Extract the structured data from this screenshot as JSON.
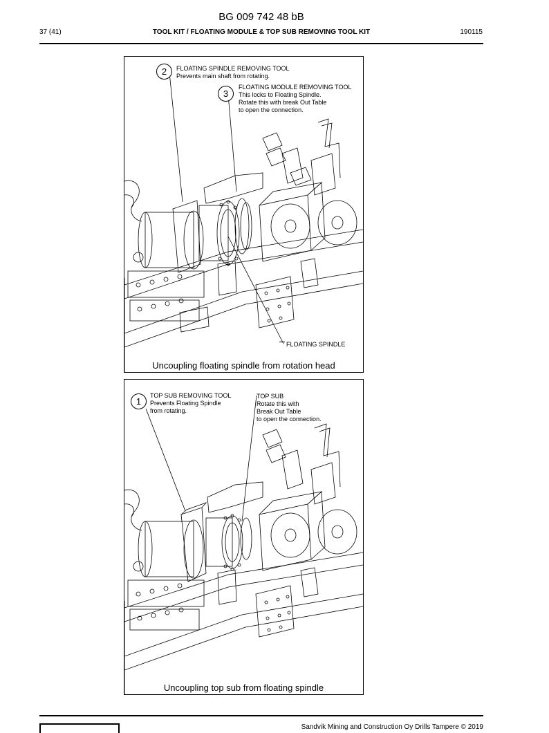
{
  "header": {
    "doc_id": "BG 009 742 48 bB",
    "page": "37 (41)",
    "title": "TOOL KIT / FLOATING MODULE & TOP SUB REMOVING TOOL KIT",
    "date": "190115"
  },
  "figure1": {
    "caption": "Uncoupling floating spindle from rotation head",
    "callout2": {
      "number": "2",
      "title": "FLOATING SPINDLE REMOVING TOOL",
      "desc": "Prevents main shaft from rotating."
    },
    "callout3": {
      "number": "3",
      "title": "FLOATING MODULE REMOVING TOOL",
      "line1": "This locks to Floating Spindle.",
      "line2": "Rotate this with break Out Table",
      "line3": "to open the connection."
    },
    "spindle_label": "FLOATING SPINDLE"
  },
  "figure2": {
    "caption": "Uncoupling top sub from floating spindle",
    "callout1": {
      "number": "1",
      "title": "TOP SUB REMOVING TOOL",
      "line1": "Prevents Floating Spindle",
      "line2": "from rotating."
    },
    "topsub": {
      "title": "TOP SUB",
      "line1": "Rotate this with",
      "line2": "Break Out Table",
      "line3": "to open the connection."
    }
  },
  "footer": {
    "copyright": "Sandvik Mining and Construction Oy Drills Tampere © 2019"
  }
}
